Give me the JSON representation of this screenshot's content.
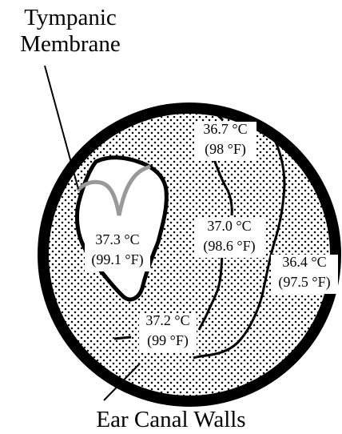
{
  "labels": {
    "tympanic_membrane": {
      "line1": "Tympanic",
      "line2": "Membrane"
    },
    "ear_canal_walls": "Ear Canal  Walls"
  },
  "temperature_readings": [
    {
      "celsius": "37.3 °C",
      "fahrenheit": "(99.1 °F)"
    },
    {
      "celsius": "36.7 °C",
      "fahrenheit": "(98 °F)"
    },
    {
      "celsius": "37.0 °C",
      "fahrenheit": "(98.6 °F)"
    },
    {
      "celsius": "36.4 °C",
      "fahrenheit": "(97.5 °F)"
    },
    {
      "celsius": "37.2 °C",
      "fahrenheit": "(99 °F)"
    }
  ],
  "colors": {
    "ink": "#000000",
    "background": "#ffffff",
    "eardrum_edge": "#999999"
  }
}
